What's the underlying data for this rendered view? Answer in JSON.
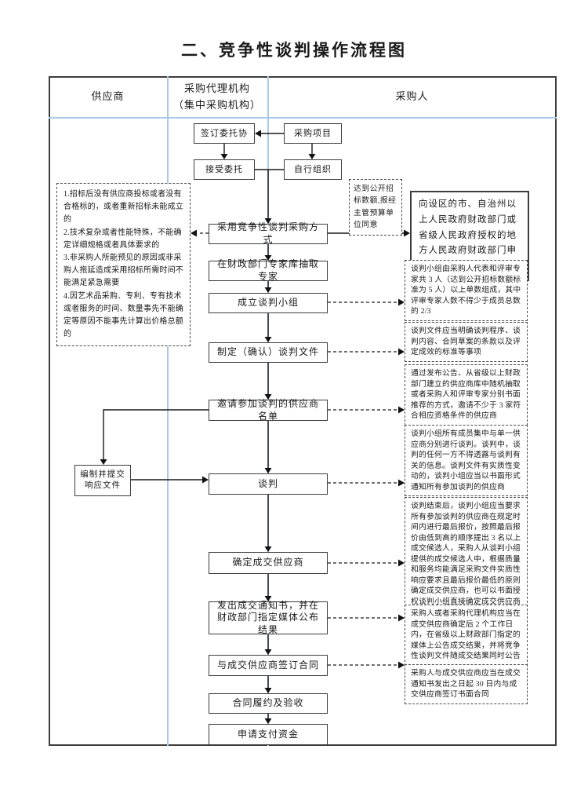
{
  "title": "二、竞争性谈判操作流程图",
  "columns": {
    "supplier": "供应商",
    "agency_line1": "采购代理机构",
    "agency_line2": "（集中采购机构）",
    "purchaser": "采购人"
  },
  "flow": {
    "sign_agreement": "签订委托协",
    "procurement_project": "采购项目",
    "accept_commission": "接受委托",
    "self_organize": "自行组织",
    "adopt_method": "采用竞争性谈判采购方式",
    "extract_experts": "在财政部门专家库抽取专家",
    "form_team": "成立谈判小组",
    "make_docs": "制定（确认）谈判文件",
    "invite_list": "邀请参加谈判的供应商名单",
    "prepare_response_line1": "编制并提交",
    "prepare_response_line2": "响应文件",
    "negotiate": "谈判",
    "confirm_supplier": "确定成交供应商",
    "send_notice": "发出成交通知书，并在财政部门指定媒体公布结果",
    "sign_contract": "与成交供应商签订合同",
    "fulfill_inspect": "合同履约及验收",
    "request_payment": "申请支付资金"
  },
  "supplier_notes": {
    "items": [
      "1.招标后没有供应商投标或者没有合格标的，或者重新招标未能成立的",
      "2.技术复杂或者性能特殊，不能确定详细规格或者具体要求的",
      "3.非采购人所能预见的原因或非采购人拖延造成采用招标所需时间不能满足紧急需要",
      "4.因艺术品采购、专利、专有技术或者服务的时间、数量事先不能确定等原因不能事先计算出价格总额的"
    ]
  },
  "purchaser_notes": {
    "open_tender_condition": "达到公开招标数额,报经主管预算单位同意",
    "approval": "向设区的市、自治州以上人民政府财政部门或省级人民政府授权的地方人民政府财政部门申请批准",
    "team_composition": "谈判小组由采购人代表和评审专家共 3 人（达到公开招标数额标准为 5 人）以上单数组成，其中评审专家人数不得少于成员总数的 2/3",
    "docs_requirement": "谈判文件应当明确谈判程序、谈判内容、合同草案的条款以及评定成效的标准等事项",
    "invite_method": "通过发布公告、从省级以上财政部门建立的供应商库中随机抽取或者采购人和评审专家分别书面推荐的方式，邀请不少于 3 家符合相应资格条件的供应商",
    "negotiation_rules": "谈判小组所有成员集中与单一供应商分别进行谈判。谈判中，谈判的任何一方不得透露与谈判有关的信息。谈判文件有实质性变动的，谈判小组应当以书面形式通知所有参加谈判的供应商",
    "final_quote": "谈判结束后，谈判小组应当要求所有参加谈判的供应商在规定时间内进行最后报价，按照最后报价由低到高的顺序提出 3 名以上成交候选人，采购人从谈判小组提供的成交候选人中，根据质量和服务均能满足采购文件实质性响应要求且最后报价最低的原则确定成交供应商，也可以书面授权谈判小组直接确定成交供应商",
    "announce_result": "采购人或者采购代理机构应当在成交供应商确定后 2 个工作日内，在省级以上财政部门指定的媒体上公告成交结果，并将竞争性谈判文件随成交结果同时公告",
    "sign_within_30": "采购人与成交供应商应当在成交通知书发出之日起 30 日内与成交供应商签订书面合同"
  },
  "colors": {
    "divider_blue": "#a9c9e8",
    "line_dark": "#3d3d3d"
  }
}
